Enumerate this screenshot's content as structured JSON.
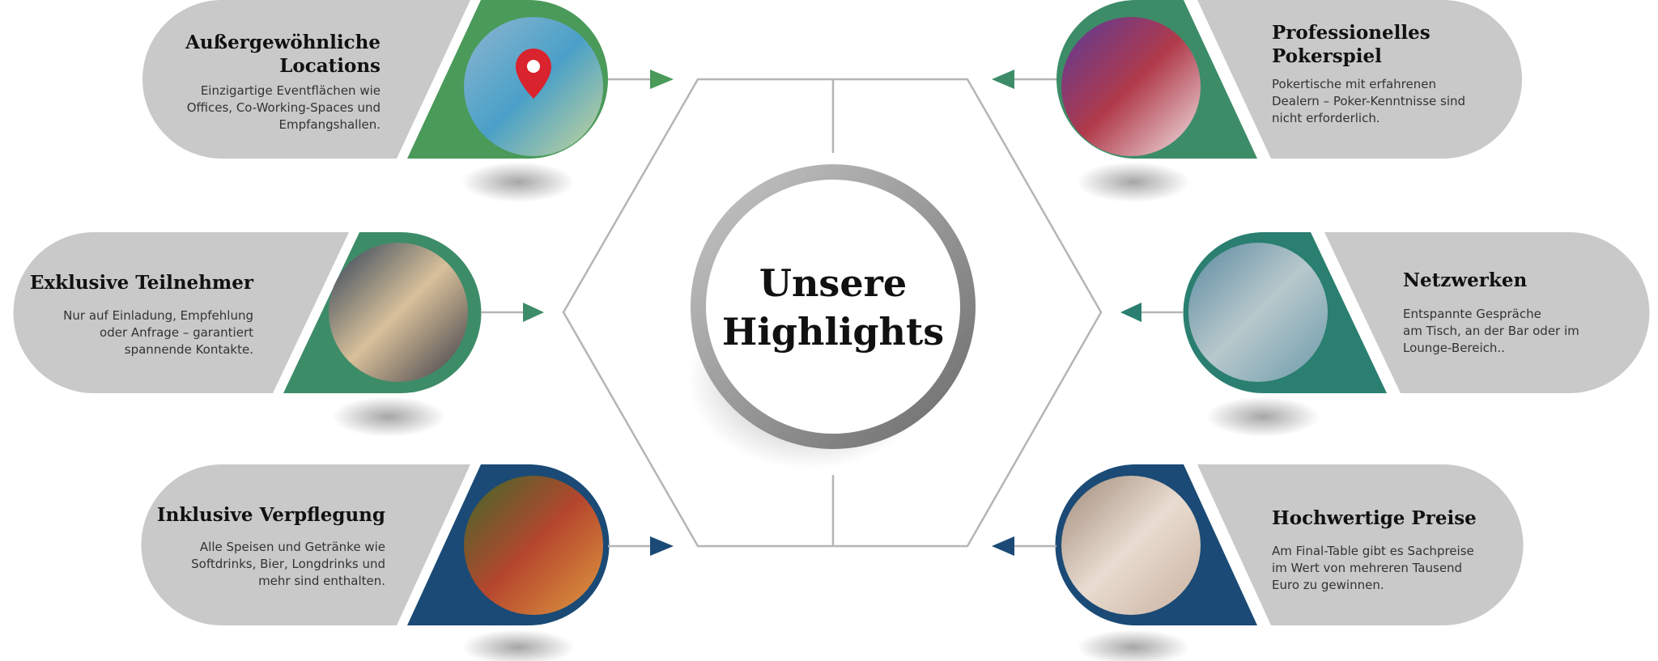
{
  "center": {
    "line1": "Unsere",
    "line2": "Highlights"
  },
  "colors": {
    "green": "#4a9a5a",
    "teal_green": "#3d8c68",
    "teal": "#2a7f70",
    "navy": "#1a4a75",
    "gray": "#c9c9c9",
    "line": "#b5b5b5"
  },
  "highlights": [
    {
      "title": "Außergewöhnliche Locations",
      "title_lines": [
        "Außergewöhnliche",
        "Locations"
      ],
      "desc_lines": [
        "Einzigartige Eventflächen wie",
        "Offices, Co-Working-Spaces und",
        "Empfangshallen."
      ],
      "icon": "location-pin-photo"
    },
    {
      "title": "Exklusive Teilnehmer",
      "desc_lines": [
        "Nur auf Einladung, Empfehlung",
        "oder Anfrage – garantiert",
        "spannende Kontakte."
      ],
      "icon": "people-photo"
    },
    {
      "title": "Inklusive Verpflegung",
      "desc_lines": [
        "Alle Speisen und Getränke wie",
        "Softdrinks, Bier, Longdrinks und",
        "mehr sind enthalten."
      ],
      "icon": "food-photo"
    },
    {
      "title_lines": [
        "Professionelles",
        "Pokerspiel"
      ],
      "desc_lines": [
        "Pokertische mit erfahrenen",
        "Dealern – Poker-Kenntnisse sind",
        "nicht erforderlich."
      ],
      "icon": "poker-chips-photo"
    },
    {
      "title": "Netzwerken",
      "desc_lines": [
        "Entspannte Gespräche",
        "am Tisch, an der Bar oder im",
        "Lounge-Bereich.."
      ],
      "icon": "network-photo"
    },
    {
      "title": "Hochwertige Preise",
      "desc_lines": [
        "Am Final-Table gibt es Sachpreise",
        "im Wert von mehreren Tausend",
        "Euro zu gewinnen."
      ],
      "icon": "prizes-photo"
    }
  ]
}
